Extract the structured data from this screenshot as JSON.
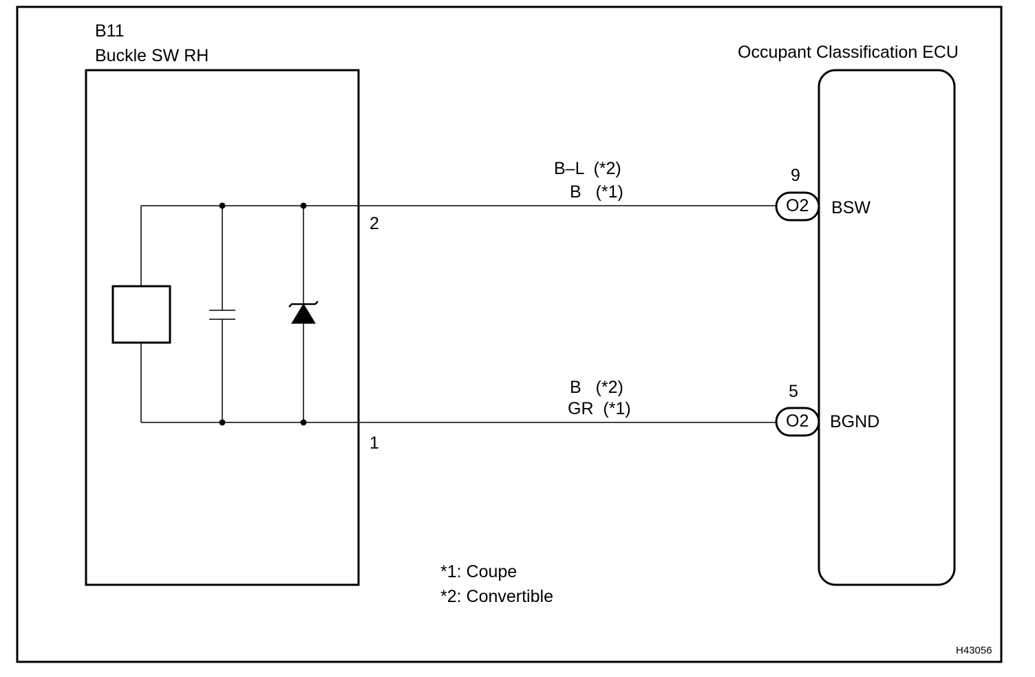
{
  "buckle_switch": {
    "code": "B11",
    "name": "Buckle SW RH"
  },
  "ecu": {
    "name": "Occupant Classification ECU"
  },
  "wires": [
    {
      "terminal": "2",
      "ecu_pin": "9",
      "connector": "O2",
      "signal": "BSW",
      "color_line_1": "B–L  (*2)",
      "color_line_2": "B   (*1)"
    },
    {
      "terminal": "1",
      "ecu_pin": "5",
      "connector": "O2",
      "signal": "BGND",
      "color_line_1": "B   (*2)",
      "color_line_2": "GR  (*1)"
    }
  ],
  "notes": [
    "*1: Coupe",
    "*2: Convertible"
  ],
  "figure_id": "H43056"
}
